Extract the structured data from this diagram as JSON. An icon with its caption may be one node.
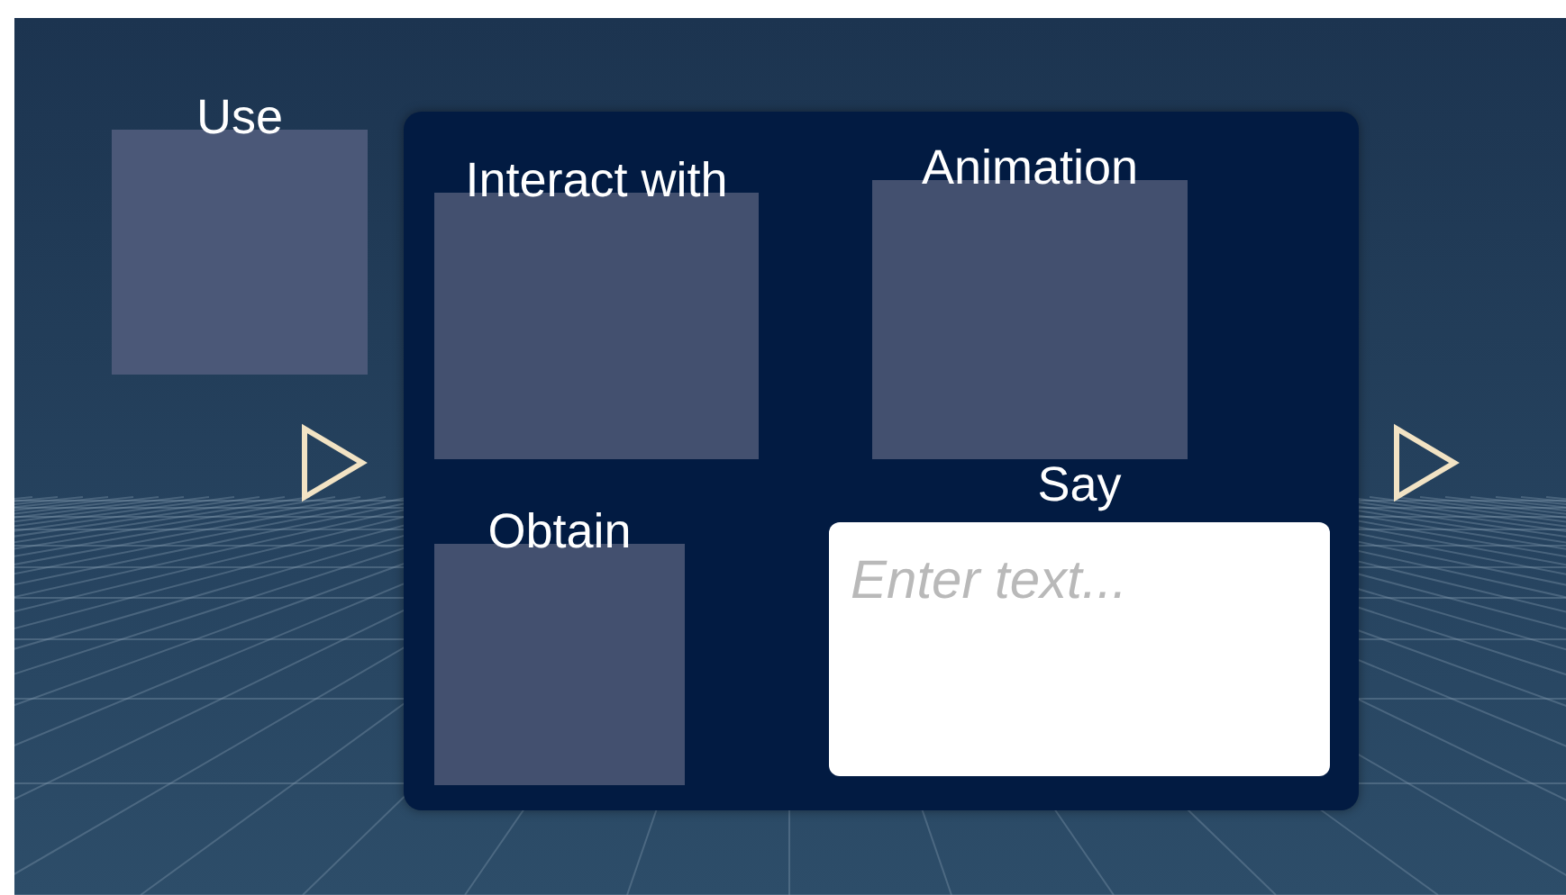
{
  "diagram": {
    "nodes": [
      {
        "text": [
          "Use"
        ]
      },
      {
        "text": [],
        "shape": "box"
      },
      {
        "text": [
          "Interact with"
        ],
        "in": 1
      },
      {
        "text": [
          "Animation"
        ],
        "in": 1
      },
      {
        "text": [
          "Obtain"
        ],
        "in": 1
      },
      {
        "text": [
          "Say",
          "Enter text..."
        ],
        "in": 1
      }
    ],
    "edges": []
  }
}
